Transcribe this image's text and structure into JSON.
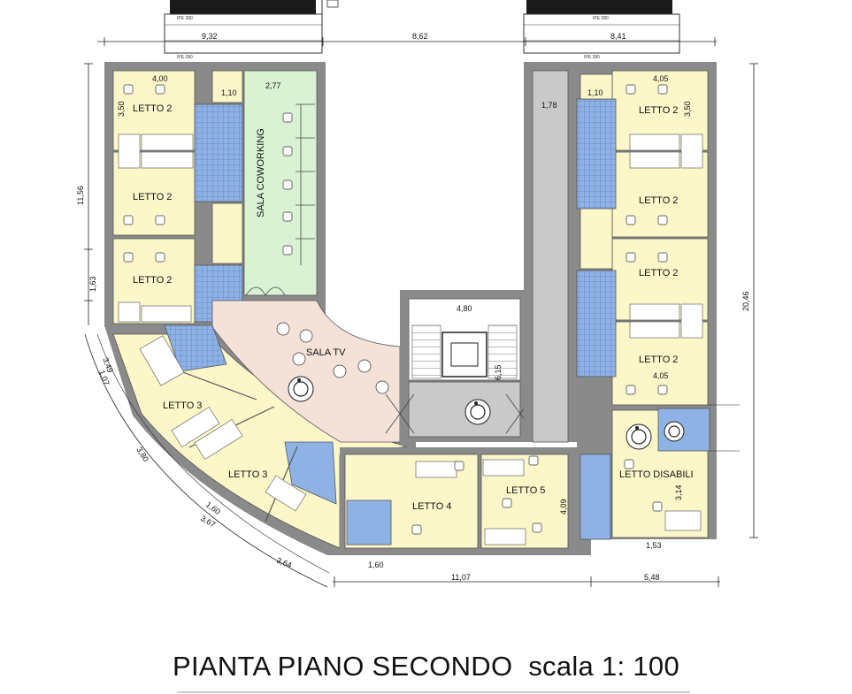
{
  "title": "PIANTA PIANO SECONDO",
  "scale": "scala 1: 100",
  "rooms": {
    "letto_2_a": "LETTO 2",
    "letto_2_b": "LETTO 2",
    "letto_2_c": "LETTO 2",
    "sala_coworking": "SALA COWORKING",
    "sala_tv": "SALA TV",
    "letto_3_a": "LETTO 3",
    "letto_3_b": "LETTO 3",
    "letto_4": "LETTO 4",
    "letto_5": "LETTO 5",
    "letto_disabili": "LETTO DISABILI",
    "letto_2_r1": "LETTO 2",
    "letto_2_r2": "LETTO 2",
    "letto_2_r3": "LETTO 2",
    "letto_2_r4": "LETTO 2"
  },
  "dimensions": {
    "top_left": "9,32",
    "top_mid": "8,62",
    "top_right": "8,41",
    "room_l_width": "4,00",
    "room_r_width": "4,05",
    "room_r_width_b": "4,05",
    "cowork_width": "2,77",
    "bath_l": "1,10",
    "bath_r": "1,10",
    "corridor": "1,78",
    "stair_w": "4,80",
    "stair_h": "6,15",
    "left_h": "11,56",
    "left_h2": "1,63",
    "room_h_l": "3,50",
    "room_h_r": "3,50",
    "right_total": "20,46",
    "arc_1": "1,07",
    "arc_2": "3,49",
    "arc_3": "3,80",
    "arc_4": "1,60",
    "arc_5": "3,67",
    "arc_6": "3,64",
    "bottom_a": "1,60",
    "bottom_total": "11,07",
    "bottom_right": "5,48",
    "letto5_h": "4,09",
    "dis_h": "3,14",
    "dis_w": "1,53",
    "ipe": "IPE 280"
  },
  "colors": {
    "room_fill": "#fbf7c9",
    "bath_fill": "#8fb2e6",
    "cowork_fill": "#d9f2d3",
    "tv_fill": "#f4e2d8",
    "corridor_fill": "#c9c9c9",
    "wall": "#8a8a8a"
  }
}
